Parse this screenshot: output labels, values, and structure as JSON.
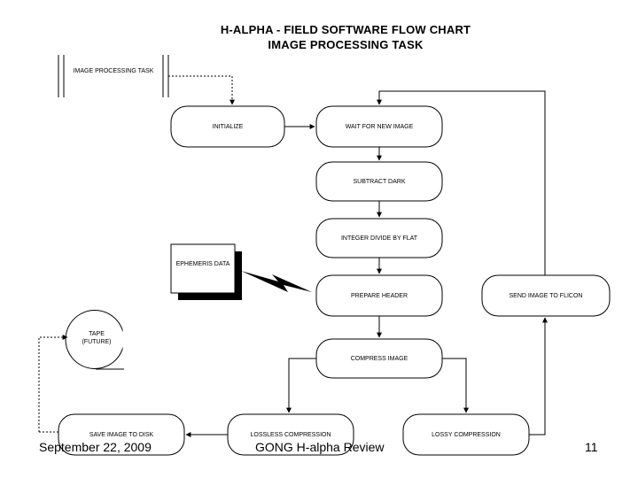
{
  "title": {
    "line1": "H-ALPHA - FIELD SOFTWARE FLOW CHART",
    "line2": "IMAGE PROCESSING TASK"
  },
  "nodes": {
    "task": "IMAGE PROCESSING TASK",
    "initialize": "INITIALIZE",
    "wait": "WAIT FOR NEW IMAGE",
    "subtract_dark": "SUBTRACT DARK",
    "integer_divide": "INTEGER DIVIDE BY FLAT",
    "ephemeris": "EPHEMERIS DATA",
    "prepare_header": "PREPARE HEADER",
    "send_image": "SEND IMAGE TO FLICON",
    "tape": "TAPE (FUTURE)",
    "compress_image": "COMPRESS IMAGE",
    "save_image": "SAVE IMAGE TO DISK",
    "lossless": "LOSSLESS COMPRESSION",
    "lossy": "LOSSY COMPRESSION"
  },
  "footer": {
    "date": "September 22, 2009",
    "title": "GONG H-alpha Review",
    "page": "11"
  }
}
